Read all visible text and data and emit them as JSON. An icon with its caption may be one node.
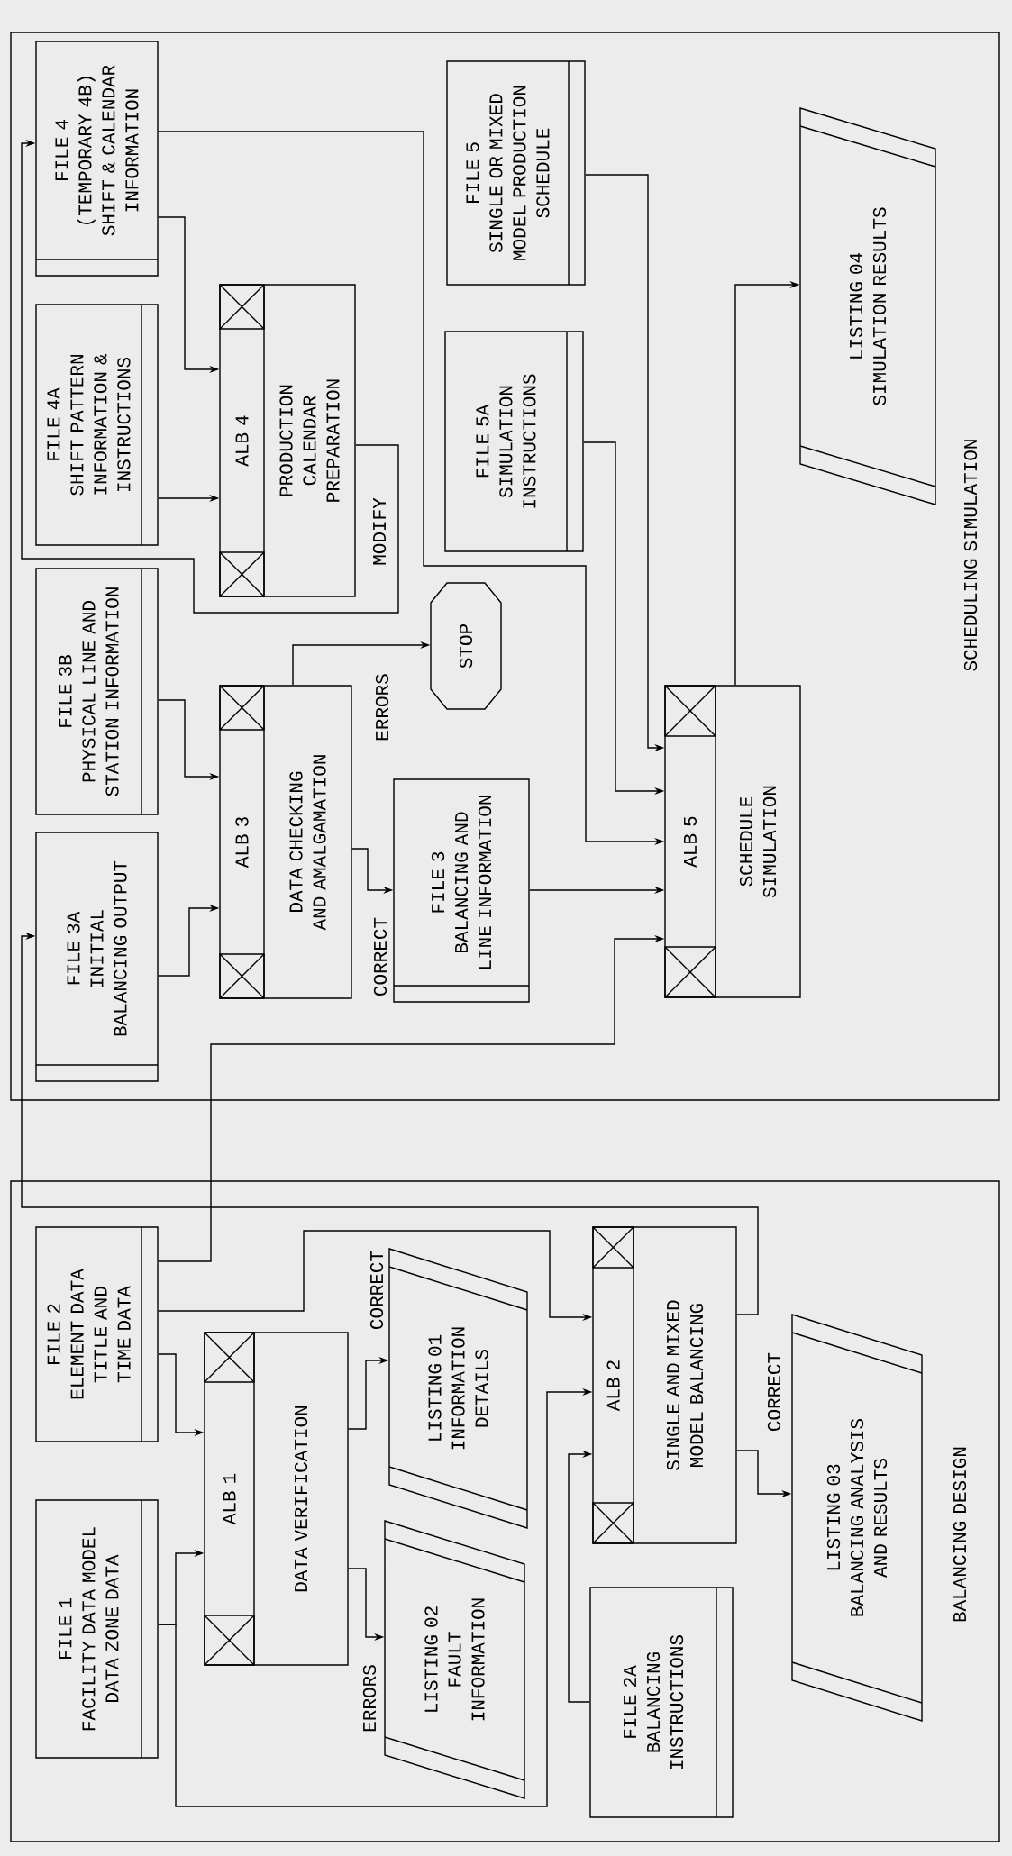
{
  "diagram": {
    "nodes": [
      {
        "text": [
          "BALANCING DESIGN"
        ]
      },
      {
        "text": [
          "FILE 1",
          "FACILITY DATA MODEL DATA ZONE DATA"
        ],
        "in": 0
      },
      {
        "text": [
          "FILE 2",
          "ELEMENT DATA TITLE AND TIME DATA"
        ],
        "in": 0
      },
      {
        "text": [
          "ALB 1",
          "DATA VERIFICATION"
        ],
        "in": 0
      },
      {
        "text": [
          "LISTING 02",
          "FAULT INFORMATION"
        ],
        "in": 0
      },
      {
        "text": [
          "LISTING 01",
          "INFORMATION DETAILS"
        ],
        "in": 0
      },
      {
        "text": [
          "ALB 2",
          "SINGLE AND MIXED MODEL BALANCING"
        ],
        "in": 0
      },
      {
        "text": [
          "FILE 2A",
          "BALANCING INSTRUCTIONS"
        ],
        "in": 0
      },
      {
        "text": [
          "LISTING 03",
          "BALANCING ANALYSIS AND RESULTS"
        ],
        "in": 0
      },
      {
        "text": [
          "SCHEDULING SIMULATION"
        ]
      },
      {
        "text": [
          "FILE 3A",
          "INITIAL BALANCING OUTPUT"
        ],
        "in": 9
      },
      {
        "text": [
          "FILE 3B",
          "PHYSICAL LINE AND STATION INFORMATION"
        ],
        "in": 9
      },
      {
        "text": [
          "FILE 4A",
          "SHIFT PATTERN INFORMATION & INSTRUCTIONS"
        ],
        "in": 9
      },
      {
        "text": [
          "FILE 4",
          "(TEMPORARY 4B) SHIFT & CALENDAR INFORMATION"
        ],
        "in": 9
      },
      {
        "text": [
          "ALB 3",
          "DATA CHECKING AND AMALGAMATION"
        ],
        "in": 9
      },
      {
        "text": [
          "ALB 4",
          "PRODUCTION CALENDAR PREPARATION"
        ],
        "in": 9
      },
      {
        "text": [
          "STOP"
        ],
        "in": 9
      },
      {
        "text": [
          "FILE 3",
          "BALANCING AND LINE INFORMATION"
        ],
        "in": 9
      },
      {
        "text": [
          "FILE 5A",
          "SIMULATION INSTRUCTIONS"
        ],
        "in": 9
      },
      {
        "text": [
          "FILE 5",
          "SINGLE OR MIXED MODEL PRODUCTION SCHEDULE"
        ],
        "in": 9
      },
      {
        "text": [
          "ALB 5",
          "SCHEDULE SIMULATION"
        ],
        "in": 9
      },
      {
        "text": [
          "LISTING 04",
          "SIMULATION RESULTS"
        ],
        "in": 9
      }
    ],
    "edges": [
      {
        "from": 1,
        "to": 3,
        "arrow": "to"
      },
      {
        "from": 2,
        "to": 3,
        "arrow": "to"
      },
      {
        "from": 3,
        "to": 4,
        "arrow": "to",
        "label": "ERRORS"
      },
      {
        "from": 3,
        "to": 5,
        "arrow": "to",
        "label": "CORRECT"
      },
      {
        "from": 1,
        "to": 6,
        "arrow": "to"
      },
      {
        "from": 2,
        "to": 6,
        "arrow": "to"
      },
      {
        "from": 7,
        "to": 6,
        "arrow": "to"
      },
      {
        "from": 6,
        "to": 8,
        "arrow": "to",
        "label": "CORRECT"
      },
      {
        "from": 6,
        "to": 10,
        "arrow": "to"
      },
      {
        "from": 2,
        "to": 20,
        "arrow": "to"
      },
      {
        "from": 10,
        "to": 14,
        "arrow": "to"
      },
      {
        "from": 11,
        "to": 14,
        "arrow": "to"
      },
      {
        "from": 14,
        "to": 16,
        "arrow": "to",
        "label": "ERRORS"
      },
      {
        "from": 14,
        "to": 17,
        "arrow": "to",
        "label": "CORRECT"
      },
      {
        "from": 17,
        "to": 20,
        "arrow": "to"
      },
      {
        "from": 12,
        "to": 15,
        "arrow": "to"
      },
      {
        "from": 13,
        "to": 15,
        "arrow": "to"
      },
      {
        "from": 13,
        "to": 20,
        "arrow": "to"
      },
      {
        "from": 15,
        "to": 13,
        "arrow": "to",
        "label": "MODIFY"
      },
      {
        "from": 18,
        "to": 20,
        "arrow": "to"
      },
      {
        "from": 19,
        "to": 20,
        "arrow": "to"
      },
      {
        "from": 20,
        "to": 21,
        "arrow": "to"
      }
    ]
  }
}
